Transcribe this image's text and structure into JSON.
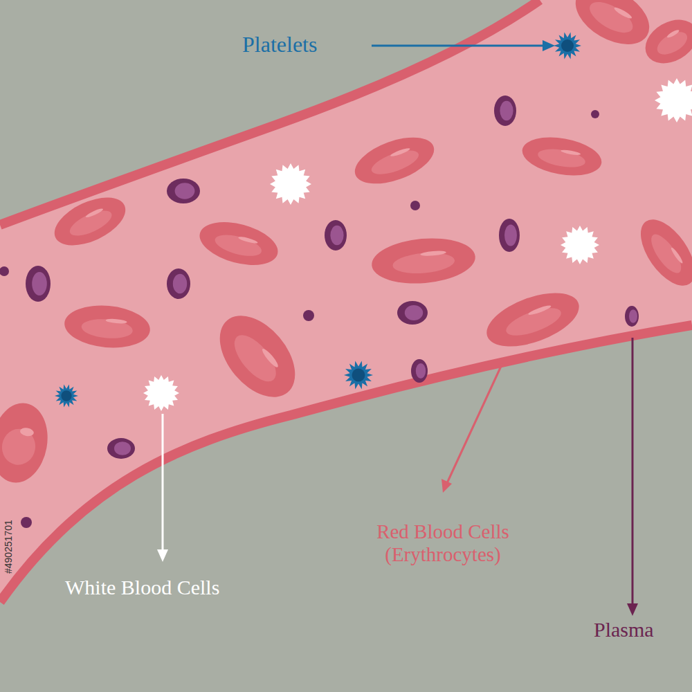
{
  "diagram": {
    "labels": [
      "Platelets",
      "White Blood Cells",
      "Red Blood Cells (Erythrocytes)",
      "Plasma",
      "#490251701"
    ]
  }
}
